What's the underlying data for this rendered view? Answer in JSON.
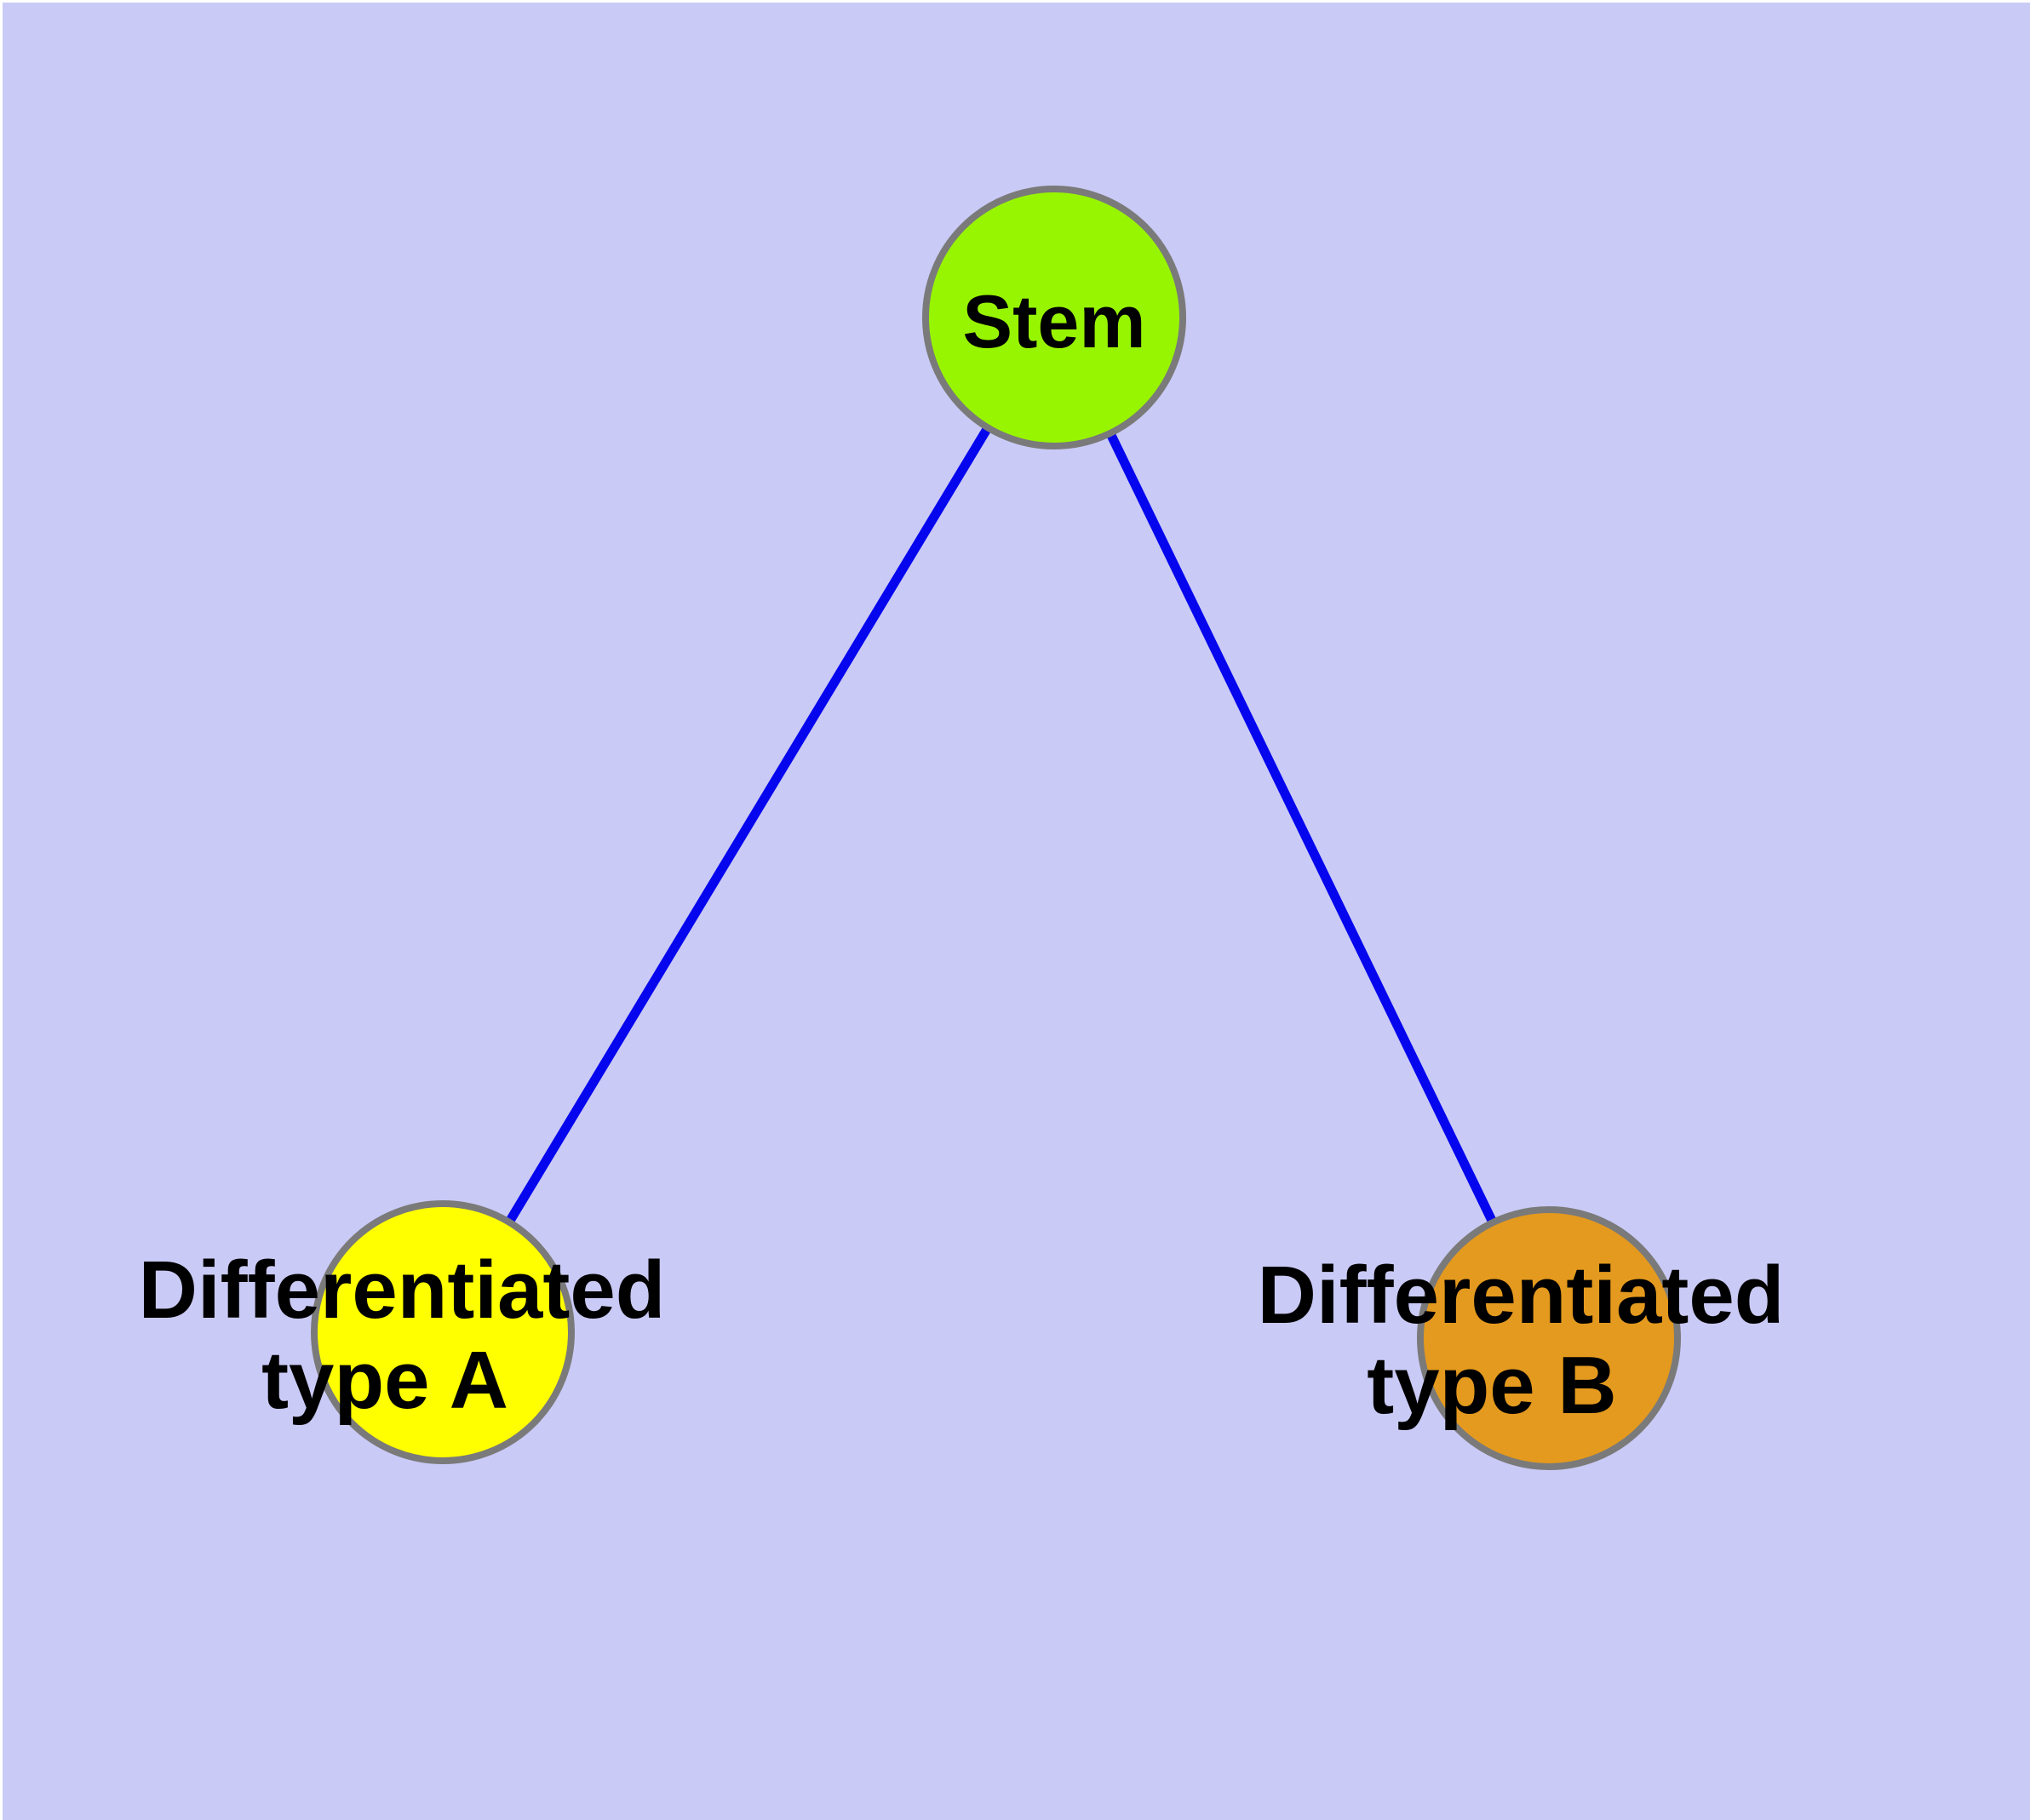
{
  "diagram": {
    "type": "node-link-graph",
    "background_color": "#CACAF6",
    "margin_color": "#FFFFFF",
    "edge_color": "#0505EE",
    "node_border_color": "#7A7A7A",
    "label_color": "#000000",
    "nodes": {
      "stem": {
        "label": "Stem",
        "fill_color": "#98F502"
      },
      "type_a": {
        "label_line1": "Differentiated",
        "label_line2": "type A",
        "fill_color": "#FFFF00"
      },
      "type_b": {
        "label_line1": "Differentiated",
        "label_line2": "type B",
        "fill_color": "#E49A1E"
      }
    },
    "edges": [
      {
        "from": "Stem",
        "to": "Differentiated type A"
      },
      {
        "from": "Stem",
        "to": "Differentiated type B"
      }
    ]
  }
}
